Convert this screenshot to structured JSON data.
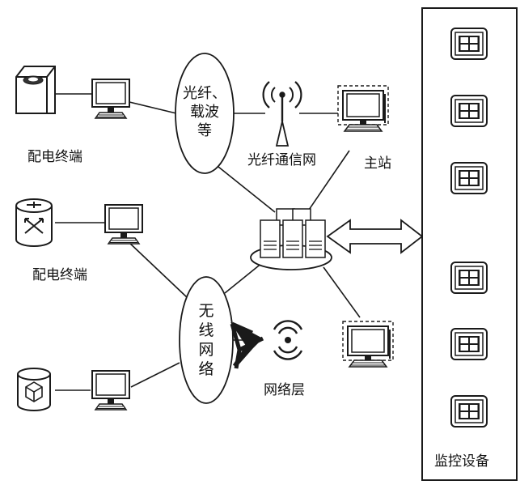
{
  "labels": {
    "terminal_top": "配电终端",
    "terminal_mid": "配电终端",
    "fiber_network": "光纤通信网",
    "master_station": "主站",
    "network_layer": "网络层",
    "monitoring_devices": "监控设备"
  },
  "ellipses": {
    "fiber_line1": "光纤、",
    "fiber_line2": "载波",
    "fiber_line3": "等",
    "wireless_chars": [
      "无",
      "线",
      "网",
      "络"
    ]
  },
  "icons": {
    "terminal_box": "terminal-box-icon",
    "router": "router-cylinder-icon",
    "cube_db": "cube-cylinder-icon",
    "pc": "computer-icon",
    "antenna": "antenna-icon",
    "tower": "wireless-tower-icon",
    "servers": "server-cluster-icon",
    "monitor_device": "monitor-device-icon",
    "arrow": "double-arrow-icon"
  },
  "colors": {
    "stroke": "#1a1a1a",
    "fill": "#ffffff",
    "background": "#ffffff"
  }
}
